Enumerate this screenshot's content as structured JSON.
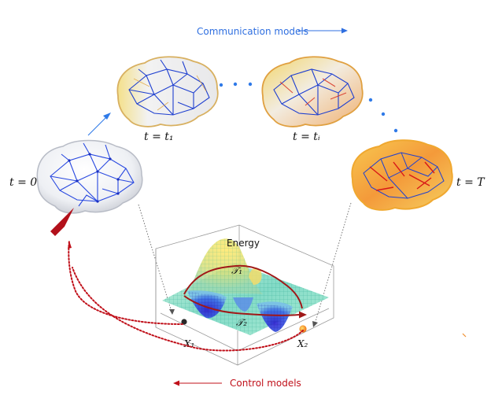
{
  "header": {
    "communication_label": "Communication models"
  },
  "footer": {
    "control_label": "Control models"
  },
  "brains": [
    {
      "label": "t = 0"
    },
    {
      "label": "t = t₁"
    },
    {
      "label": "t = tᵢ"
    },
    {
      "label": "t = T"
    }
  ],
  "landscape": {
    "title": "Energy",
    "trajectory_1": "𝒯₁",
    "trajectory_2": "𝒯₂",
    "state_1": "X₁",
    "state_2": "X₂"
  },
  "colors": {
    "communication": "#2f6fe0",
    "control": "#c0101a",
    "brain_edges": "#1e3fd0"
  }
}
